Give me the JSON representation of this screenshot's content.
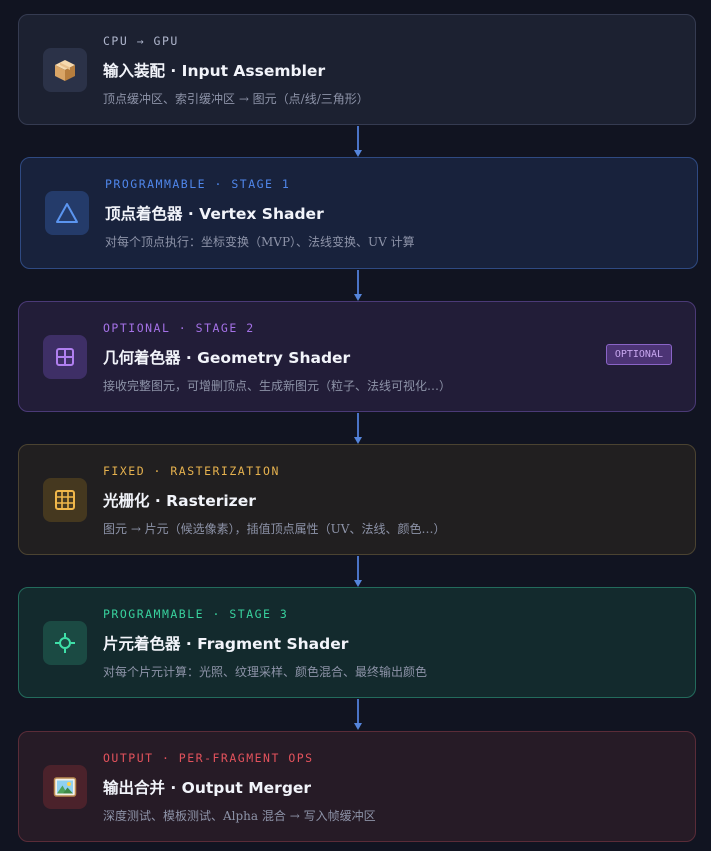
{
  "stages": [
    {
      "eyebrow": "CPU → GPU",
      "title": "输入装配 · Input Assembler",
      "desc": "顶点缓冲区、索引缓冲区 → 图元（点/线/三角形）",
      "accent": "#aeb5cc",
      "icon": "package-icon"
    },
    {
      "eyebrow": "PROGRAMMABLE · STAGE 1",
      "title": "顶点着色器 · Vertex Shader",
      "desc": "对每个顶点执行：坐标变换（MVP）、法线变换、UV 计算",
      "accent": "#4f86ea",
      "icon": "triangle-icon"
    },
    {
      "eyebrow": "OPTIONAL · STAGE 2",
      "title": "几何着色器 · Geometry Shader",
      "desc": "接收完整图元，可增删顶点、生成新图元（粒子、法线可视化…）",
      "accent": "#a471e6",
      "icon": "grid-icon",
      "badge": "OPTIONAL"
    },
    {
      "eyebrow": "FIXED · RASTERIZATION",
      "title": "光栅化 · Rasterizer",
      "desc": "图元 → 片元（候选像素），插值顶点属性（UV、法线、颜色…）",
      "accent": "#e5b14e",
      "icon": "raster-grid-icon"
    },
    {
      "eyebrow": "PROGRAMMABLE · STAGE 3",
      "title": "片元着色器 · Fragment Shader",
      "desc": "对每个片元计算：光照、纹理采样、颜色混合、最终输出颜色",
      "accent": "#38d19d",
      "icon": "crosshair-icon"
    },
    {
      "eyebrow": "OUTPUT · PER-FRAGMENT OPS",
      "title": "输出合并 · Output Merger",
      "desc": "深度测试、模板测试、Alpha 混合 → 写入帧缓冲区",
      "accent": "#e2525c",
      "icon": "picture-icon"
    }
  ]
}
